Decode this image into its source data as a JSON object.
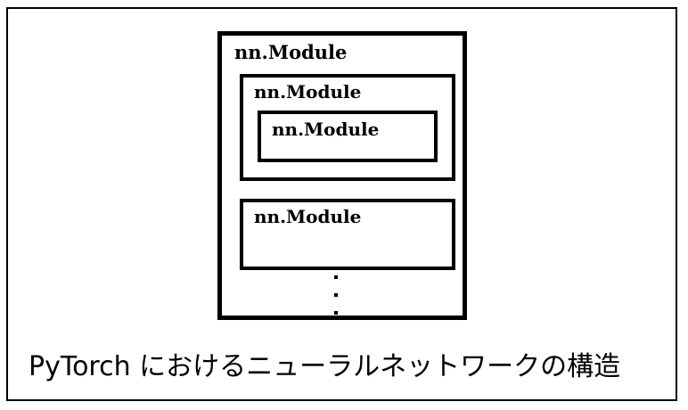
{
  "figure": {
    "caption": "PyTorch におけるニューラルネットワークの構造",
    "frame_color": "#000000",
    "background_color": "#ffffff"
  },
  "diagram": {
    "type": "nested-boxes",
    "outer_module": {
      "label": "nn.Module",
      "children": [
        {
          "label": "nn.Module",
          "children": [
            {
              "label": "nn.Module",
              "children": []
            }
          ]
        },
        {
          "label": "nn.Module",
          "children": []
        }
      ],
      "continuation": "vertical-ellipsis"
    },
    "ellipsis": {
      "dots": [
        "dot",
        "dot",
        "dot"
      ]
    }
  }
}
